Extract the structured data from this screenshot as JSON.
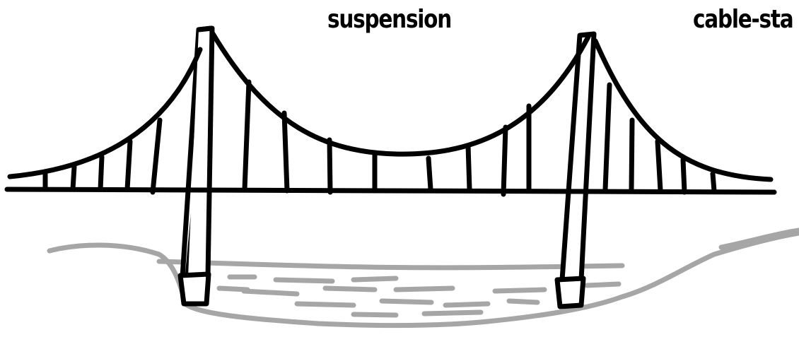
{
  "labels": {
    "suspension": "suspension",
    "cable_stayed": "cable-sta"
  },
  "colors": {
    "ink": "#000000",
    "water": "#a6a6a6",
    "background": "#ffffff"
  },
  "icons": {
    "bridge": "suspension-bridge-sketch"
  }
}
